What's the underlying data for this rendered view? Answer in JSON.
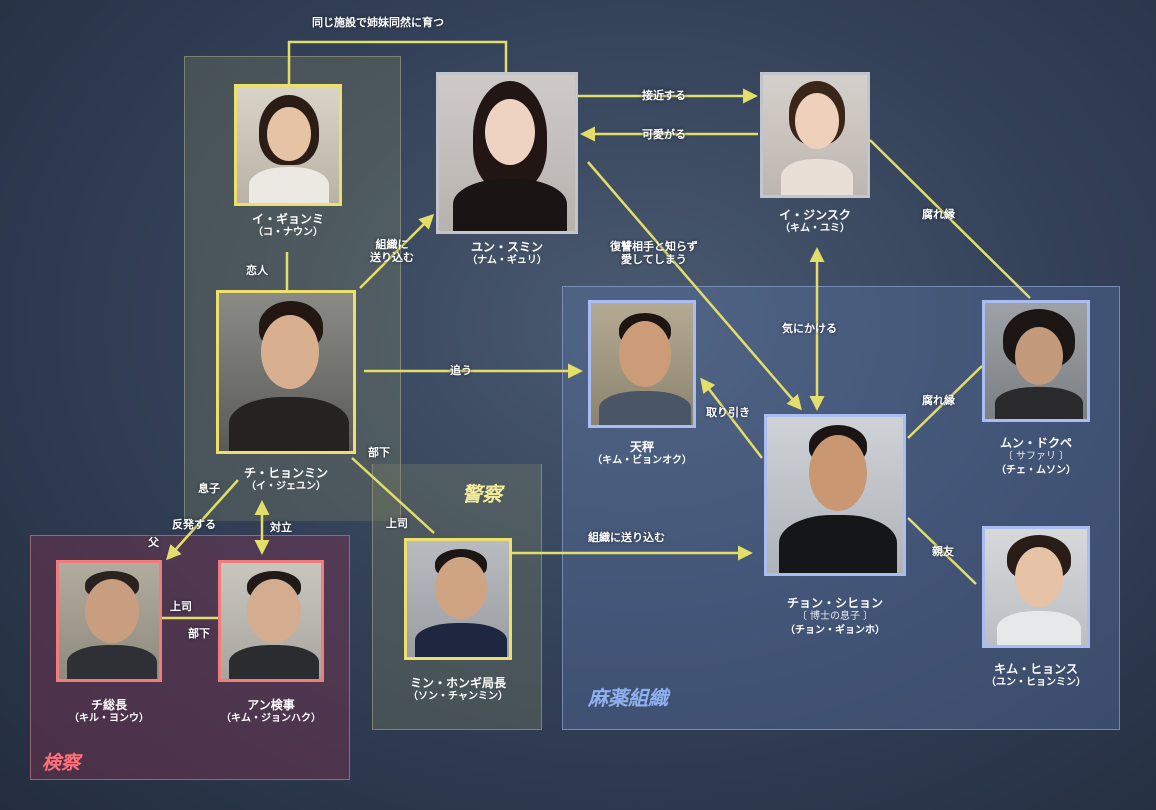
{
  "groups": {
    "police": "警察",
    "drug": "麻薬組織",
    "prosecution": "検察"
  },
  "characters": {
    "igyonmi": {
      "name": "イ・ギョンミ",
      "actor": "（コ・ナウン）"
    },
    "yunsumin": {
      "name": "ユン・スミン",
      "actor": "（ナム・ギュリ）"
    },
    "ijinsuku": {
      "name": "イ・ジンスク",
      "actor": "（キム・ユミ）"
    },
    "chihyonmin": {
      "name": "チ・ヒョンミン",
      "actor": "（イ・ジェユン）"
    },
    "tenbin": {
      "name": "天秤",
      "actor": "（キム・ビョンオク）"
    },
    "chonshihyon": {
      "name": "チョン・シヒョン",
      "note": "〔 博士の息子 〕",
      "actor": "（チョン・ギョンホ）"
    },
    "mundokupe": {
      "name": "ムン・ドクペ",
      "note": "〔 サファリ 〕",
      "actor": "（チェ・ムソン）"
    },
    "kimhyonsu": {
      "name": "キム・ヒョンス",
      "actor": "（ユン・ヒョンミン）"
    },
    "minhongi": {
      "name": "ミン・ホンギ局長",
      "actor": "（ソン・チャンミン）"
    },
    "chisocho": {
      "name": "チ総長",
      "actor": "（キル・ヨンウ）"
    },
    "ankenji": {
      "name": "アン検事",
      "actor": "（キム・ジョンハク）"
    }
  },
  "relations": {
    "sisters": "同じ施設で姉妹同然に育つ",
    "approach": "接近する",
    "cherish": "可愛がる",
    "lover": "恋人",
    "infiltrate1_a": "組織に",
    "infiltrate1_b": "送り込む",
    "revenge_a": "復讐相手と知らず",
    "revenge_b": "愛してしまう",
    "rotten1": "腐れ縁",
    "worry": "気にかける",
    "chase": "追う",
    "deal": "取り引き",
    "rotten2": "腐れ縁",
    "subordinate1": "部下",
    "son": "息子",
    "rebel": "反発する",
    "father": "父",
    "oppose": "対立",
    "boss1": "上司",
    "infiltrate2": "組織に送り込む",
    "friend": "親友",
    "boss2": "上司",
    "subordinate2": "部下"
  },
  "colors": {
    "police_border": "#ece06d",
    "drug_border": "#a9bdf0",
    "prosecution_border": "#f07c7c",
    "link_line": "#e3dd6a"
  }
}
